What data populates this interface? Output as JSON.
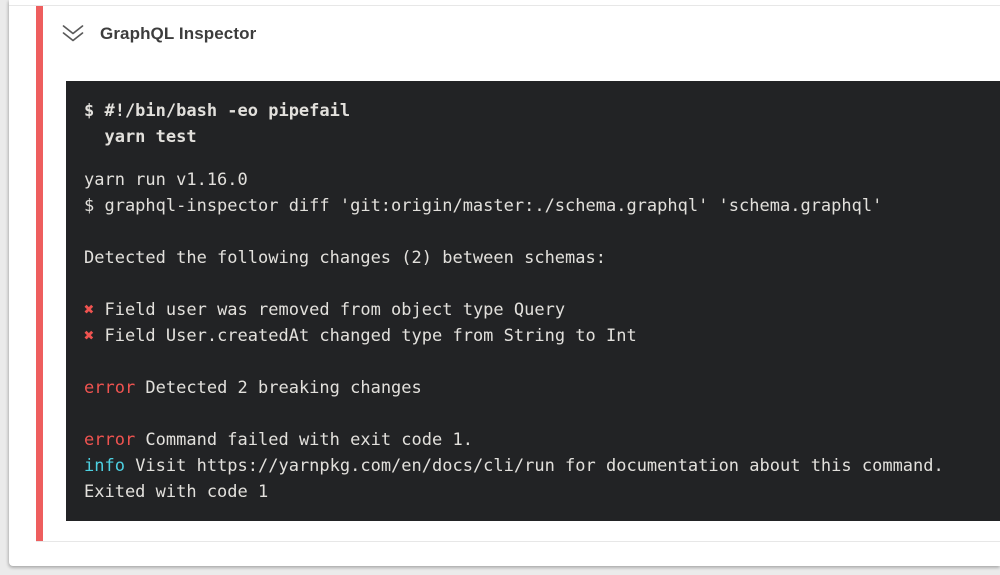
{
  "page": {
    "background_color": "#ebebeb",
    "panel_color": "#ffffff"
  },
  "colors": {
    "fail_bar_red": "#ee5e5e",
    "error_red": "#ef5350",
    "info_cyan": "#4dd0e1",
    "terminal_bg": "#222325",
    "terminal_text": "#e2e0dc",
    "header_text": "#3d3d3d"
  },
  "step": {
    "title": "GraphQL Inspector",
    "status": "failed",
    "collapse_icon": "double-chevron-down-icon"
  },
  "terminal": {
    "command_lines": [
      "$ #!/bin/bash -eo pipefail",
      "  yarn test"
    ],
    "output_lines": [
      {
        "text": "yarn run v1.16.0"
      },
      {
        "text": "$ graphql-inspector diff 'git:origin/master:./schema.graphql' 'schema.graphql'"
      },
      {
        "text": ""
      },
      {
        "text": "Detected the following changes (2) between schemas:"
      },
      {
        "text": ""
      },
      {
        "badge": "✖",
        "badge_style": "error",
        "text": "Field user was removed from object type Query"
      },
      {
        "badge": "✖",
        "badge_style": "error",
        "text": "Field User.createdAt changed type from String to Int"
      },
      {
        "text": ""
      },
      {
        "badge": "error",
        "badge_style": "error",
        "text": "Detected 2 breaking changes"
      },
      {
        "text": ""
      },
      {
        "badge": "error",
        "badge_style": "error",
        "text": "Command failed with exit code 1."
      },
      {
        "badge": "info",
        "badge_style": "info",
        "text": "Visit https://yarnpkg.com/en/docs/cli/run for documentation about this command."
      },
      {
        "text": "Exited with code 1"
      }
    ]
  }
}
